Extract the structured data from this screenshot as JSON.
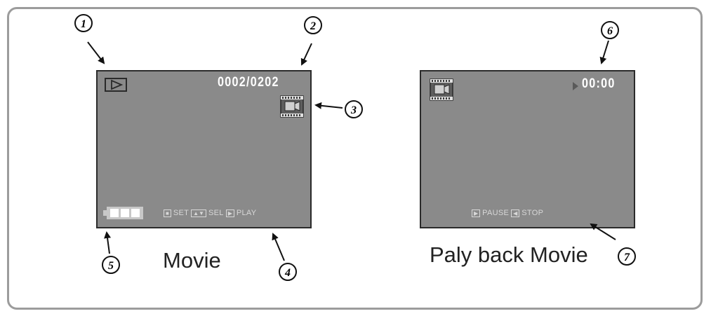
{
  "movie_screen": {
    "counter": "0002/0202",
    "hints": [
      {
        "key": "■",
        "label": "SET"
      },
      {
        "key": "▲▼",
        "label": "SEL"
      },
      {
        "key": "▶",
        "label": "PLAY"
      }
    ],
    "caption": "Movie",
    "icons": [
      "playback-mode-icon",
      "film-icon",
      "battery-icon"
    ]
  },
  "playback_screen": {
    "timer": "00:00",
    "hints": [
      {
        "key": "▶",
        "label": "PAUSE"
      },
      {
        "key": "◀",
        "label": "STOP"
      }
    ],
    "caption": "Paly back Movie",
    "icons": [
      "film-icon",
      "play-indicator-icon"
    ]
  },
  "callouts": [
    "1",
    "2",
    "3",
    "4",
    "5",
    "6",
    "7"
  ],
  "colors": {
    "screen": "#8a8a8a",
    "screen_border": "#2b2b2b",
    "frame": "#9c9c9c",
    "text": "#222222"
  }
}
